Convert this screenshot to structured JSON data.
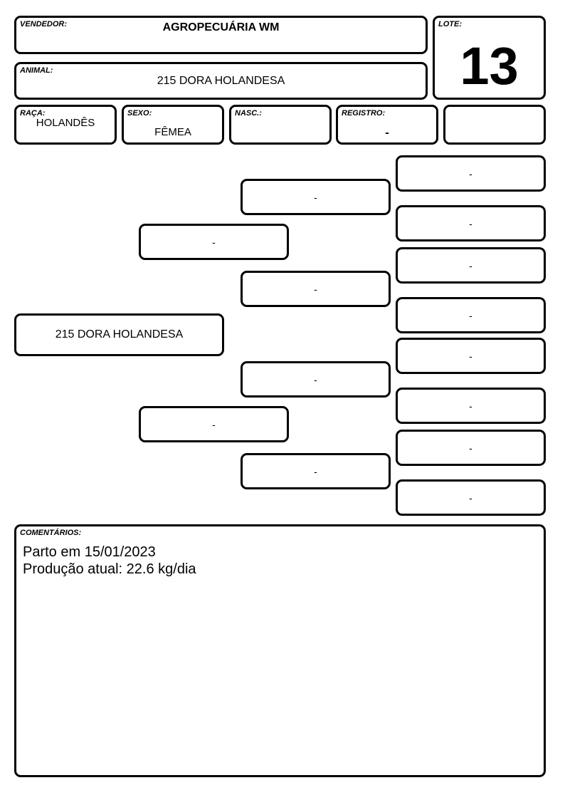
{
  "vendor": {
    "label": "VENDEDOR:",
    "value": "AGROPECUÁRIA WM"
  },
  "lot": {
    "label": "LOTE:",
    "value": "13"
  },
  "animal": {
    "label": "ANIMAL:",
    "value": "215 DORA HOLANDESA"
  },
  "breed": {
    "label": "RAÇA:",
    "value": "HOLANDÊS"
  },
  "sex": {
    "label": "SEXO:",
    "value": "FÊMEA"
  },
  "birth": {
    "label": "NASC.:",
    "value": ""
  },
  "registry": {
    "label": "REGISTRO:",
    "value": "-"
  },
  "extra": {
    "value": ""
  },
  "pedigree": {
    "subject": "215 DORA HOLANDESA",
    "sire": "-",
    "dam": "-",
    "paternal_grandsire": "-",
    "paternal_granddam": "-",
    "maternal_grandsire": "-",
    "maternal_granddam": "-",
    "ggp": [
      "-",
      "-",
      "-",
      "-",
      "-",
      "-",
      "-",
      "-"
    ]
  },
  "comments": {
    "label": "COMENTÁRIOS:",
    "line1": "Parto em 15/01/2023",
    "line2": "Produção atual: 22.6 kg/dia"
  }
}
